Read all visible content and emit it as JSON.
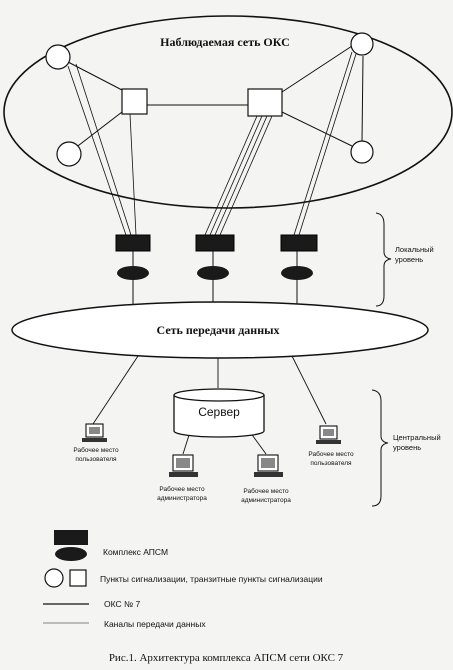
{
  "network_label": "Наблюдаемая сеть ОКС",
  "data_network_label": "Сеть передачи данных",
  "server_label": "Сервер",
  "levels": {
    "local": [
      "Локальный",
      "уровень"
    ],
    "central": [
      "Центральный",
      "уровень"
    ]
  },
  "workstations": {
    "user_left": [
      "Рабочее место",
      "пользователя"
    ],
    "user_right": [
      "Рабочее место",
      "пользователя"
    ],
    "admin_left": [
      "Рабочее место",
      "администратора"
    ],
    "admin_right": [
      "Рабочее место",
      "администратора"
    ]
  },
  "legend": {
    "apsm": "Комплекс АПСМ",
    "signal_points": "Пункты сигнализации, транзитные пункты сигнализации",
    "oks7": "ОКС № 7",
    "data_channels": "Каналы передачи данных"
  },
  "caption": "Рис.1. Архитектура комплекса АПСМ сети ОКС 7"
}
